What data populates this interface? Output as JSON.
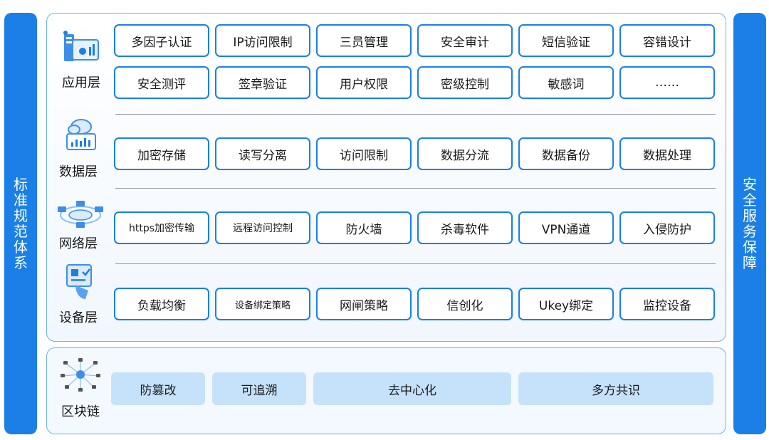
{
  "left_bar": {
    "label": "标准规范体系"
  },
  "right_bar": {
    "label": "安全服务保障"
  },
  "layers": [
    {
      "label": "应用层",
      "icon": "application-icon",
      "rows": [
        [
          "多因子认证",
          "IP访问限制",
          "三员管理",
          "安全审计",
          "短信验证",
          "容错设计"
        ],
        [
          "安全测评",
          "签章验证",
          "用户权限",
          "密级控制",
          "敏感词",
          "……"
        ]
      ]
    },
    {
      "label": "数据层",
      "icon": "cloud-data-icon",
      "rows": [
        [
          "加密存储",
          "读写分离",
          "访问限制",
          "数据分流",
          "数据备份",
          "数据处理"
        ]
      ]
    },
    {
      "label": "网络层",
      "icon": "network-icon",
      "rows": [
        [
          "https加密传输",
          "远程访问控制",
          "防火墙",
          "杀毒软件",
          "VPN通道",
          "入侵防护"
        ]
      ]
    },
    {
      "label": "设备层",
      "icon": "device-icon",
      "rows": [
        [
          "负载均衡",
          "设备绑定策略",
          "网闸策略",
          "信创化",
          "Ukey绑定",
          "监控设备"
        ]
      ]
    }
  ],
  "blockchain": {
    "label": "区块链",
    "icon": "blockchain-network-icon",
    "items": [
      "防篡改",
      "可追溯",
      "去中心化",
      "多方共识"
    ]
  },
  "colors": {
    "accent": "#1a7fe6",
    "panel_border": "#6fb0f0",
    "chain_fill": "#c6e2fb"
  }
}
